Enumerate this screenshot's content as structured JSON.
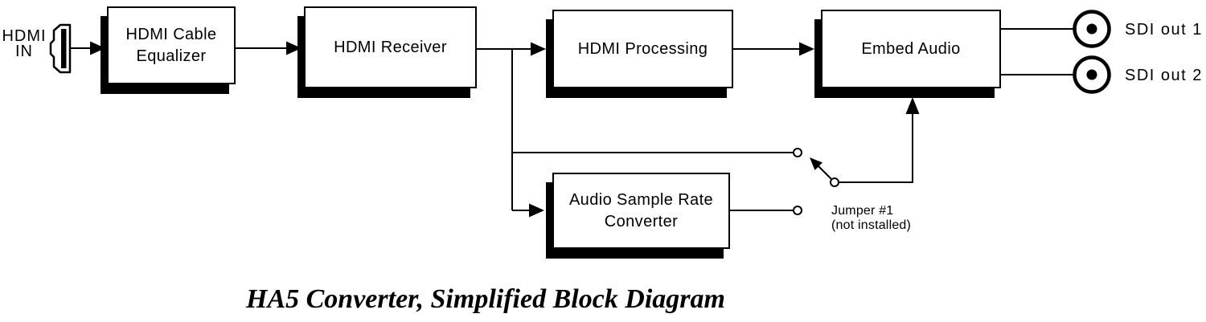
{
  "diagram": {
    "title": "HA5 Converter, Simplified Block Diagram",
    "input_label": {
      "line1": "HDMI",
      "line2": "IN"
    },
    "blocks": {
      "hdmi_cable_equalizer": {
        "line1": "HDMI Cable",
        "line2": "Equalizer"
      },
      "hdmi_receiver": {
        "line1": "HDMI Receiver"
      },
      "hdmi_processing": {
        "line1": "HDMI Processing"
      },
      "embed_audio": {
        "line1": "Embed Audio"
      },
      "audio_sample_rate_converter": {
        "line1": "Audio Sample Rate",
        "line2": "Converter"
      }
    },
    "outputs": {
      "sdi1": "SDI out 1",
      "sdi2": "SDI out 2"
    },
    "jumper": {
      "label": "Jumper #1",
      "note": "(not installed)"
    }
  },
  "icons": {
    "input_connector": "hdmi-connector-icon",
    "output_connector": "bnc-connector-icon",
    "switch": "jumper-switch-icon"
  },
  "colors": {
    "background": "#ffffff",
    "line": "#000000",
    "box_fill": "#ffffff",
    "box_border": "#000000",
    "box_shadow": "#000000",
    "text": "#000000"
  }
}
